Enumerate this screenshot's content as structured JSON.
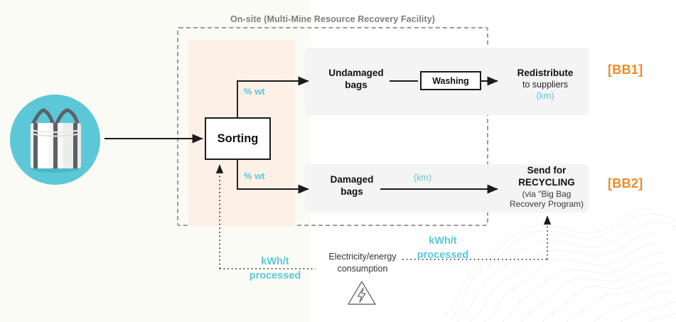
{
  "diagram": {
    "onsite_title": "On-site (Multi-Mine Resource Recovery Facility)",
    "colors": {
      "teal": "#5cc8d7",
      "orange": "#ef8a22",
      "peach_panel": "#fdf0e6",
      "band_grey": "#f4f4f4",
      "dashed_border": "#9b9b9b",
      "box_outline": "#1b1b1b"
    },
    "input": {
      "icon_name": "big-bag-photo",
      "alt": "Big bag (FIBC bulk bag) on teal circle"
    },
    "process": {
      "sorting_label": "Sorting",
      "washing_label": "Washing"
    },
    "flow_labels": {
      "pct_wt_top": "% wt",
      "pct_wt_bottom": "% wt",
      "km_top": "(km)",
      "km_bottom": "(km)",
      "kwh_left": "kWh/t\nprocessed",
      "kwh_left_line1": "kWh/t",
      "kwh_left_line2": "processed",
      "kwh_right_line1": "kWh/t",
      "kwh_right_line2": "processed"
    },
    "nodes": {
      "undamaged": {
        "line1": "Undamaged",
        "line2": "bags"
      },
      "damaged": {
        "line1": "Damaged",
        "line2": "bags"
      },
      "redistribute": {
        "line1": "Redistribute",
        "line2": "to suppliers",
        "km": "(km)"
      },
      "recycling": {
        "line1": "Send for",
        "line2": "RECYCLING",
        "line3": "(via \"Big Bag",
        "line4": "Recovery Program)"
      }
    },
    "electricity": {
      "line1": "Electricity/energy",
      "line2": "consumption",
      "icon_name": "electricity-hazard-icon"
    },
    "badges": {
      "bb1": "[BB1]",
      "bb2": "[BB2]"
    }
  }
}
